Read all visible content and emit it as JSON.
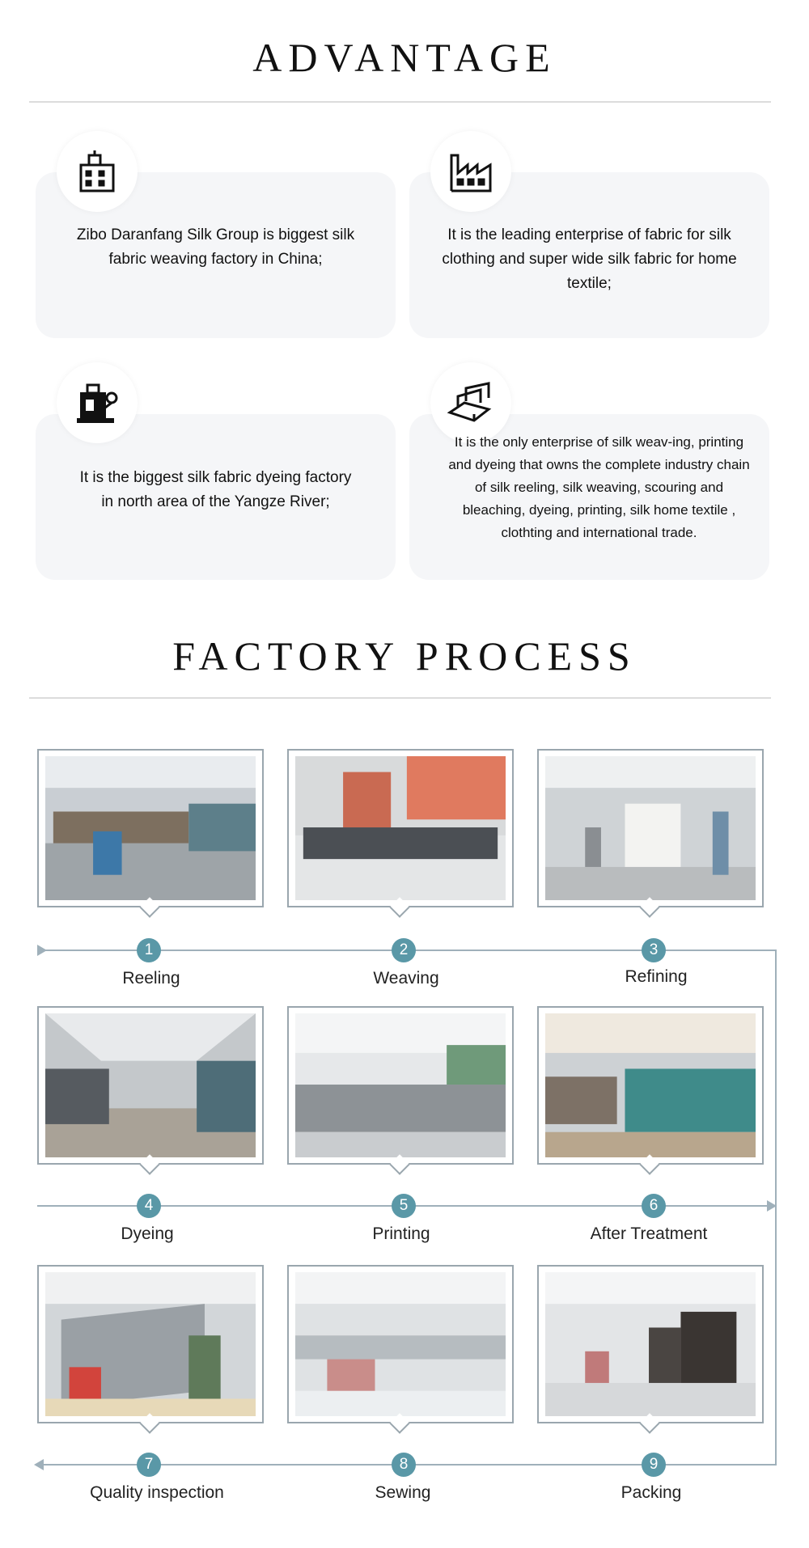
{
  "advantage": {
    "title": "ADVANTAGE",
    "cards": [
      {
        "icon": "office-building-icon",
        "text": "Zibo Daranfang Silk Group is biggest silk fabric weaving factory in China;"
      },
      {
        "icon": "factory-icon",
        "text": "It is the leading enterprise of fabric for silk clothing and super wide silk fabric for home textile;"
      },
      {
        "icon": "dyeing-machine-icon",
        "text": "It is  the biggest silk fabric dyeing factory in north area of the Yangze River;"
      },
      {
        "icon": "industry-chain-icon",
        "text": "It is the only enterprise of silk weav-ing, printing and dyeing that owns the complete industry chain of silk reeling, silk weaving, scouring and bleaching, dyeing, printing, silk home textile , clothting and international trade."
      }
    ]
  },
  "process": {
    "title": "FACTORY PROCESS",
    "steps": [
      {
        "number": "1",
        "label": "Reeling"
      },
      {
        "number": "2",
        "label": "Weaving"
      },
      {
        "number": "3",
        "label": "Refining"
      },
      {
        "number": "4",
        "label": "Dyeing"
      },
      {
        "number": "5",
        "label": "Printing"
      },
      {
        "number": "6",
        "label": "After Treatment"
      },
      {
        "number": "7",
        "label": "Quality inspection"
      },
      {
        "number": "8",
        "label": "Sewing"
      },
      {
        "number": "9",
        "label": "Packing"
      }
    ]
  },
  "colors": {
    "accent": "#5a98a7",
    "line": "#9fb0ba",
    "card_bg": "#f5f6f8"
  }
}
